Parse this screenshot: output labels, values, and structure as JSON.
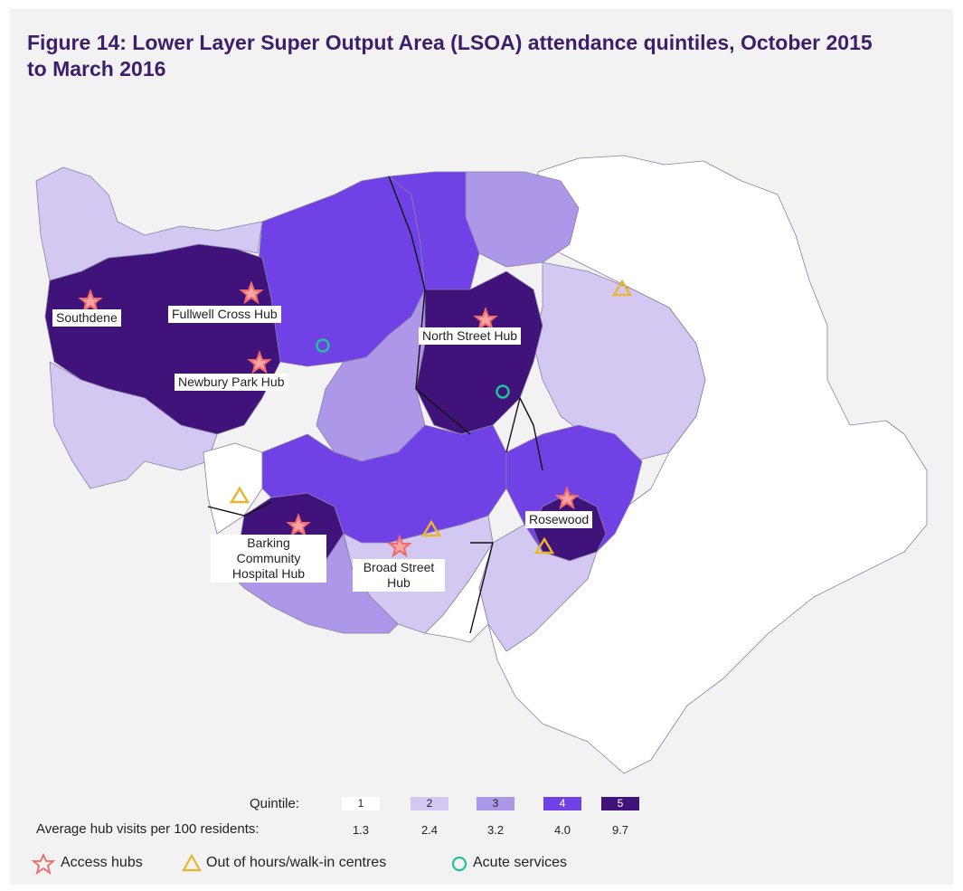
{
  "title": "Figure 14: Lower Layer Super Output Area (LSOA) attendance quintiles, October 2015 to March 2016",
  "colors": {
    "q1": "#ffffff",
    "q2": "#d3c8f1",
    "q3": "#ad97e9",
    "q4": "#7042e6",
    "q5": "#3f137a",
    "access_hub": "#ef6a6a",
    "out_of_hours": "#e9b52e",
    "acute": "#24c29b",
    "panel": "#f2f2f2",
    "title": "#3b1f6b"
  },
  "hub_labels": {
    "southdene": "Southdene",
    "fullwell_cross": "Fullwell Cross Hub",
    "newbury_park": "Newbury Park Hub",
    "north_street": "North Street Hub",
    "rosewood": "Rosewood",
    "barking_community": "Barking Community Hospital Hub",
    "broad_street": "Broad Street Hub"
  },
  "legend": {
    "quintile_label": "Quintile:",
    "visits_label": "Average hub visits per 100 residents:",
    "quintiles": [
      {
        "label": "1",
        "value": "1.3"
      },
      {
        "label": "2",
        "value": "2.4"
      },
      {
        "label": "3",
        "value": "3.2"
      },
      {
        "label": "4",
        "value": "4.0"
      },
      {
        "label": "5",
        "value": "9.7"
      }
    ],
    "symbols": {
      "access_hubs": "Access hubs",
      "out_of_hours": "Out of hours/walk-in centres",
      "acute": "Acute services"
    }
  },
  "icons": {
    "access_hub": "star-icon",
    "out_of_hours": "triangle-icon",
    "acute": "circle-icon"
  }
}
